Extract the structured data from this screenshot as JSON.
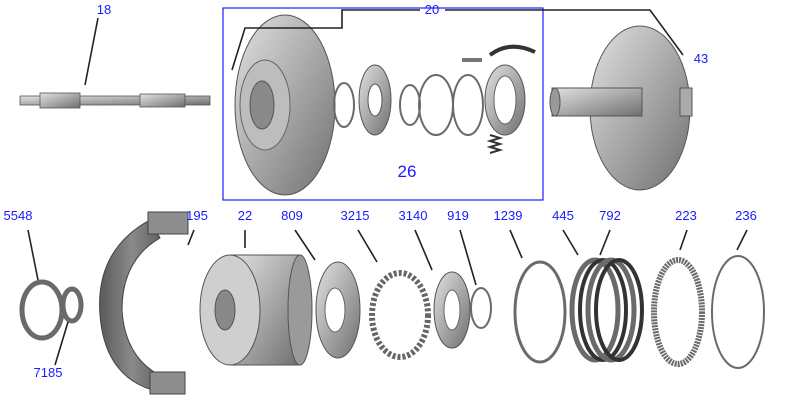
{
  "diagram": {
    "group_label": "20",
    "group_inner_label": "26",
    "accent_color": "#1a1aff",
    "labels": {
      "input_shaft": "18",
      "pump_assembly": "20",
      "stator_support": "43",
      "washer_outer": "5548",
      "band": "195",
      "drum": "22",
      "piston": "809",
      "springs": "3215",
      "retainer": "3140",
      "snap_ring_small": "919",
      "snap_ring": "1239",
      "clutch_plates": "445",
      "clutch_discs": "792",
      "pressure_plate": "223",
      "snap_ring_large": "236",
      "thrust_washer": "7185"
    }
  }
}
